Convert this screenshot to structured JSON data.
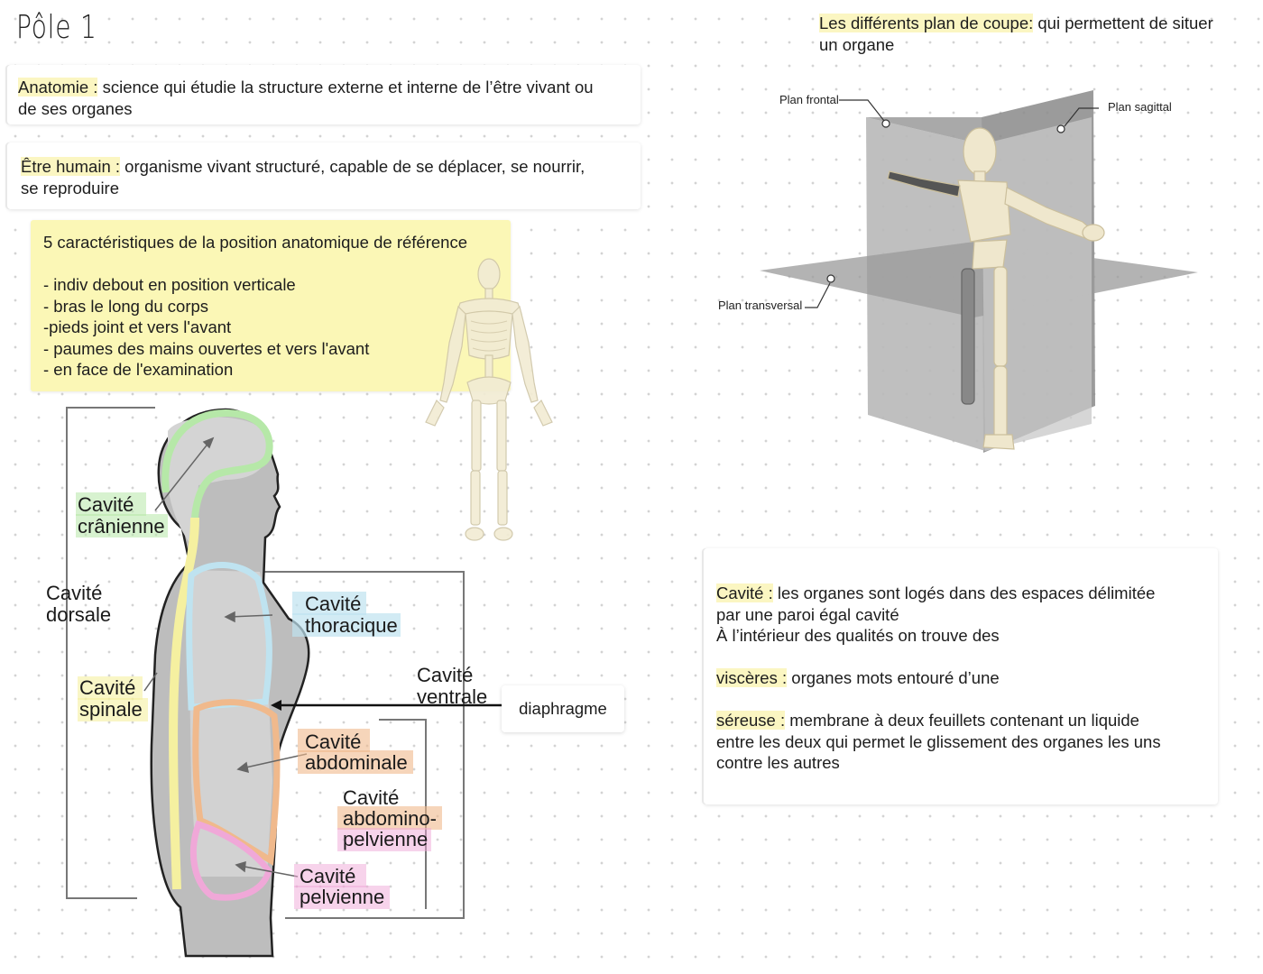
{
  "page": {
    "title": "Pôle 1"
  },
  "definitions": {
    "anatomie": {
      "term": "Anatomie :",
      "line1": " science qui étudie la structure externe et interne de l’être vivant ou",
      "line2": "de ses organes"
    },
    "etre_humain": {
      "term": "Être humain :",
      "line1": " organisme vivant structuré, capable de se déplacer, se nourrir,",
      "line2": "se reproduire"
    }
  },
  "position_reference": {
    "heading": "5 caractéristiques de la position anatomique de référence",
    "items": [
      "- indiv debout en position verticale",
      "- bras le long du corps",
      "-pieds joint et vers l'avant",
      "- paumes des mains ouvertes et vers l'avant",
      "- en face de l'examination"
    ]
  },
  "plans_coupe": {
    "heading_highlight": "Les différents plan de coupe:",
    "heading_rest": " qui permettent de situer",
    "heading_line2": "un organe",
    "labels": {
      "frontal": "Plan frontal",
      "sagittal": "Plan sagittal",
      "transversal": "Plan transversal"
    }
  },
  "cavities_diagram": {
    "cranienne": [
      "Cavité",
      "crânienne"
    ],
    "dorsale": [
      "Cavité",
      "dorsale"
    ],
    "spinale": [
      "Cavité",
      "spinale"
    ],
    "thoracique": [
      "Cavité",
      "thoracique"
    ],
    "ventrale": [
      "Cavité",
      "ventrale"
    ],
    "abdominale": [
      "Cavité",
      "abdominale"
    ],
    "abdomino_pelvienne": [
      "Cavité",
      "abdomino-",
      "pelvienne"
    ],
    "pelvienne": [
      "Cavité",
      "pelvienne"
    ],
    "diaphragme": "diaphragme"
  },
  "cavite_card": {
    "cavite_term": "Cavité :",
    "cavite_line1": " les organes sont logés dans des espaces délimitée",
    "cavite_line2": "par une paroi égal cavité",
    "cavite_line3": "À l’intérieur des qualités on trouve des",
    "visceres_term": "viscères :",
    "visceres_text": " organes mots entouré d’une",
    "sereuse_term": "séreuse :",
    "sereuse_line1": " membrane à deux feuillets contenant un liquide",
    "sereuse_line2": "entre les deux qui permet le glissement des organes les uns",
    "sereuse_line3": "contre les autres"
  },
  "colors": {
    "highlight_yellow": "#fbf6c2",
    "cranial_green": "#b6e8a8",
    "spinal_yellow": "#f5f0a0",
    "thoracic_blue": "#bfe3f0",
    "abdominal_orange": "#f0b98c",
    "pelvic_pink": "#f0a8d8"
  }
}
